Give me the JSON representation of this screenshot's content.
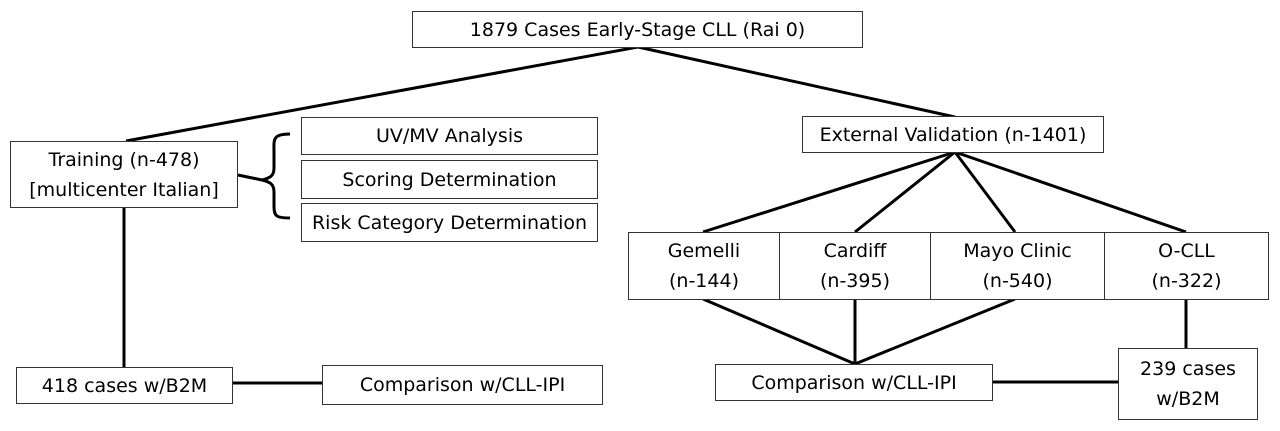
{
  "nodes": {
    "root": "1879 Cases Early-Stage CLL (Rai 0)",
    "training_l1": "Training (n-478)",
    "training_l2": "[multicenter Italian]",
    "uvmv": "UV/MV Analysis",
    "scoring": "Scoring Determination",
    "risk": "Risk Category Determination",
    "external": "External Validation (n-1401)",
    "gemelli_l1": "Gemelli",
    "gemelli_l2": "(n-144)",
    "cardiff_l1": "Cardiff",
    "cardiff_l2": "(n-395)",
    "mayo_l1": "Mayo Clinic",
    "mayo_l2": "(n-540)",
    "ocll_l1": "O-CLL",
    "ocll_l2": "(n-322)",
    "b2m_left": "418 cases w/B2M",
    "comp_left": "Comparison w/CLL-IPI",
    "comp_right": "Comparison w/CLL-IPI",
    "b2m_right_l1": "239 cases",
    "b2m_right_l2": "w/B2M"
  }
}
